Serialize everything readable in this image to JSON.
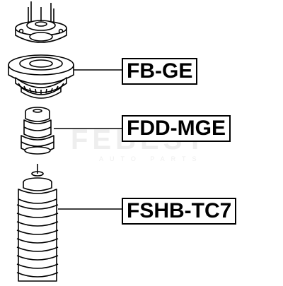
{
  "diagram": {
    "labels": [
      {
        "id": "mount",
        "text": "FB-GE"
      },
      {
        "id": "bumper",
        "text": "FDD-MGE"
      },
      {
        "id": "boot",
        "text": "FSHB-TC7"
      }
    ],
    "watermark": {
      "brand": "FEBEST",
      "sub": "AUTO PARTS"
    },
    "colors": {
      "line": "#000000",
      "background": "#ffffff",
      "watermark": "#cfcfcf"
    }
  }
}
